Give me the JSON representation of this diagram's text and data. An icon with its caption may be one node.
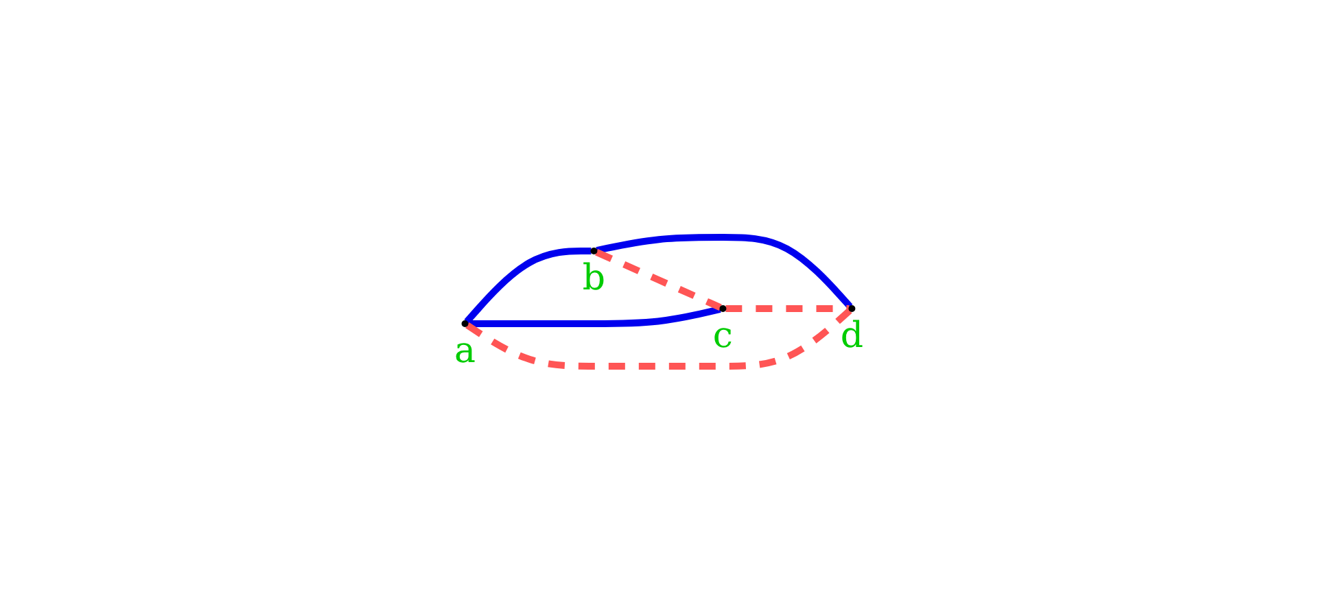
{
  "diagram": {
    "nodes": [
      {
        "text": [],
        "shape": "circle",
        "beside": [
          "a"
        ]
      },
      {
        "text": [],
        "shape": "circle",
        "beside": [
          "b"
        ]
      },
      {
        "text": [],
        "shape": "circle",
        "beside": [
          "c"
        ]
      },
      {
        "text": [],
        "shape": "circle",
        "beside": [
          "d"
        ]
      }
    ],
    "edges": [
      {
        "from": 0,
        "to": 1,
        "arrow": "none",
        "color": "#0000ee"
      },
      {
        "from": 0,
        "to": 2,
        "arrow": "none",
        "color": "#0000ee"
      },
      {
        "from": 1,
        "to": 3,
        "arrow": "none",
        "color": "#0000ee"
      },
      {
        "from": 0,
        "to": 3,
        "arrow": "none",
        "style": "dashed",
        "color": "#ff5555"
      },
      {
        "from": 1,
        "to": 2,
        "arrow": "none",
        "style": "dashed",
        "color": "#ff5555"
      },
      {
        "from": 2,
        "to": 3,
        "arrow": "none",
        "style": "dashed",
        "color": "#ff5555"
      }
    ]
  }
}
